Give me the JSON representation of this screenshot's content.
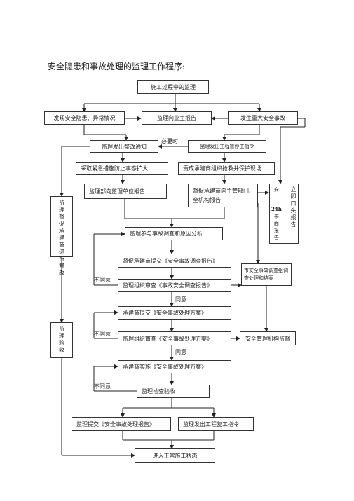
{
  "page_title": "安全隐患和事故处理的监理工作程序:",
  "nodes": {
    "start": "施工过程中的监理",
    "found_hazard": "发现安全隐患、异常情况",
    "report_owner": "监理向业主报告",
    "major_accident": "发生重大安全事故",
    "rectify_notice": "监理发出整改通知",
    "stop_work": "监理发出工程暂停工指令",
    "emergency": "采取紧急措施防止事态扩大",
    "rescue": "责成承建商组织抢救并保护现场",
    "report_unit": "监理部向监理单位报告",
    "urge_line1": "督促承建商向主管部门、",
    "urge_line2": "全机构报告",
    "urge_dash": "−",
    "immediate_report": "立即口头报告",
    "immediate_side_1": "安",
    "immediate_side_2": "24h",
    "immediate_side_3": "书面报告",
    "left_check": "监理督促承建商进行整改",
    "left_accept": "监理验收",
    "investigate": "监理参与事故调查和原因分析",
    "submit_report": "督促承建商提交《安全事故调查报告》",
    "city_group": "市安全事故调查组调查处理和结案",
    "review_report": "监理组织审查《事故安全调查报告》",
    "submit_plan": "承建商提交《安全事故处理方案》",
    "review_plan": "监理组织审查《安全事故处理方案》",
    "safety_org": "安全管理机构监督",
    "implement": "承建商实施《安全事故处理方案》",
    "inspect": "监理检查验收",
    "submit_handling": "监理提交《安全事故处理报告》",
    "resume": "监理发出工程复工指令",
    "normal": "进入正常施工状态"
  },
  "labels": {
    "if_needed": "必要时",
    "disagree_1": "不同意",
    "agree_1": "同意",
    "disagree_2": "不同意",
    "agree_2": "同意",
    "disagree_3": "不同意"
  }
}
